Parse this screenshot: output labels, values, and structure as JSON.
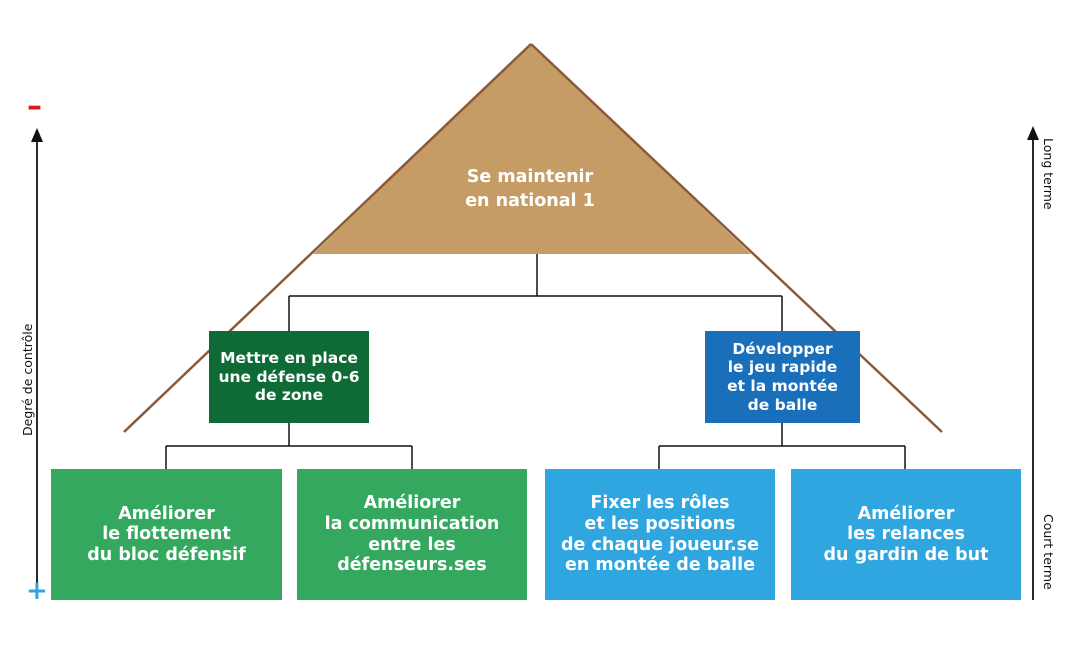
{
  "goal": {
    "label": "Se maintenir\nen national 1",
    "color": "#c69c66",
    "outline_color": "#8a5a3a"
  },
  "sub_goals": [
    {
      "label": "Mettre en place\nune défense 0-6\nde zone",
      "color": "#0f6b36"
    },
    {
      "label": "Développer\nle jeu rapide\net la montée\nde balle",
      "color": "#1a6fbb"
    }
  ],
  "actions": [
    {
      "label": "Améliorer\nle flottement\ndu bloc défensif",
      "color": "#35a860"
    },
    {
      "label": "Améliorer\nla communication\nentre les\ndéfenseurs.ses",
      "color": "#35a860"
    },
    {
      "label": "Fixer les rôles\net les positions\nde chaque joueur.se\nen montée de balle",
      "color": "#2fa6e0"
    },
    {
      "label": "Améliorer\nles relances\ndu gardin de but",
      "color": "#2fa6e0"
    }
  ],
  "left_axis": {
    "label": "Degré de contrôle",
    "top_sign": "–",
    "top_sign_color": "#d71920",
    "bottom_sign": "+",
    "bottom_sign_color": "#2fa6e0"
  },
  "right_axis": {
    "top_label": "Long terme",
    "bottom_label": "Court terme"
  }
}
